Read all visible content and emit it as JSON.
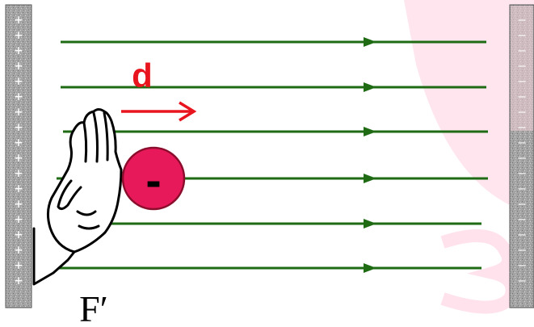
{
  "colors": {
    "field_line": "#1e6b14",
    "displacement": "#e8141e",
    "charge_fill": "#e8195a",
    "charge_stroke": "#8a0d2c",
    "plate": "#9c9c9c",
    "watermark": "#ffd6e2"
  },
  "plates": {
    "left_sign": "+",
    "right_sign": "—"
  },
  "labels": {
    "displacement": "d",
    "charge_sign": "-",
    "force": "F′"
  },
  "icons": {
    "hand": "hand-pushing-icon",
    "displacement_arrow": "arrow-right-icon"
  },
  "field_lines_count": 6
}
